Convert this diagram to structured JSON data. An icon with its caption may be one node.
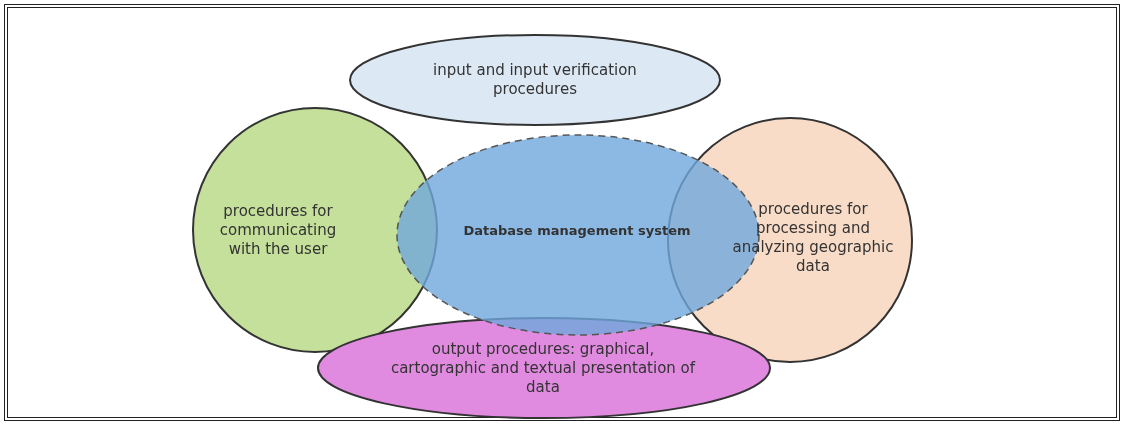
{
  "diagram": {
    "nodes": [
      {
        "text": [
          "input and input verification procedures"
        ]
      },
      {
        "text": [
          "procedures for communicating with the user"
        ]
      },
      {
        "text": [
          "Database management system"
        ]
      },
      {
        "text": [
          "procedures for processing and analyzing geographic data"
        ]
      },
      {
        "text": [
          "output procedures: graphical, cartographic and textual presentation of data"
        ]
      }
    ],
    "edges": []
  }
}
